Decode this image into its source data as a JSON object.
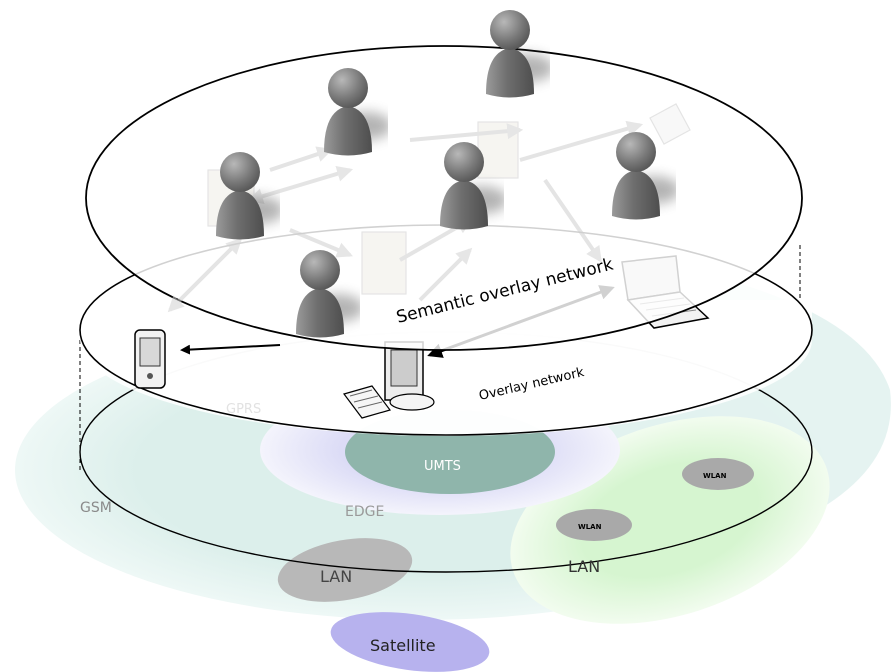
{
  "diagram": {
    "layers": {
      "semantic_overlay": {
        "label": "Semantic overlay network"
      },
      "overlay": {
        "label": "Overlay network"
      }
    },
    "access_networks": {
      "gprs": "GPRS",
      "umts": "UMTS",
      "gsm": "GSM",
      "edge": "EDGE",
      "wlan_1": "WLAN",
      "wlan_2": "WLAN",
      "lan_right": "LAN",
      "lan_left": "LAN",
      "satellite": "Satellite"
    },
    "colors": {
      "gsm_zone": "#dcefeb",
      "umts_zone": "#8fb5ab",
      "edge_zone": "#d9d8f5",
      "lan_green": "#d6f5d0",
      "lan_gray": "#b8b8b8",
      "satellite": "#b7b2ee",
      "wlan": "#aaaaaa",
      "person": "#808080",
      "ring_stroke": "#000000"
    },
    "icons": {
      "peer": "person-icon",
      "pda": "pda-icon",
      "laptop": "laptop-icon",
      "desktop": "desktop-icon",
      "server": "server-icon",
      "phone": "phone-icon"
    }
  }
}
